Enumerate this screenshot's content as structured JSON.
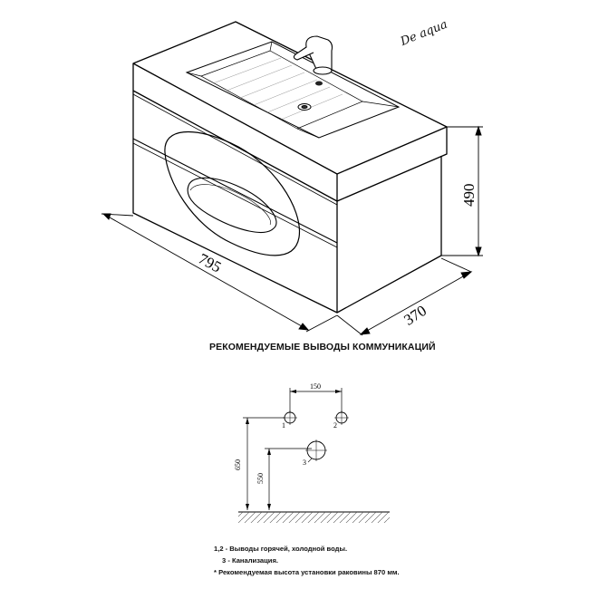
{
  "logo": {
    "text": "De aqua",
    "icon": "signature-logo"
  },
  "dimensions": {
    "width": "795",
    "depth": "370",
    "height": "490"
  },
  "heading": "РЕКОМЕНДУЕМЫЕ ВЫВОДЫ КОММУНИКАЦИЙ",
  "outlet_diagram": {
    "spacing": "150",
    "height_upper": "650",
    "height_lower": "550",
    "markers": [
      "1",
      "2",
      "3"
    ]
  },
  "notes": {
    "line1": "1,2 - Выводы горячей, холодной воды.",
    "line2": "3 - Канализация.",
    "line3": "* Рекомендуемая высота установки раковины 870 мм."
  }
}
